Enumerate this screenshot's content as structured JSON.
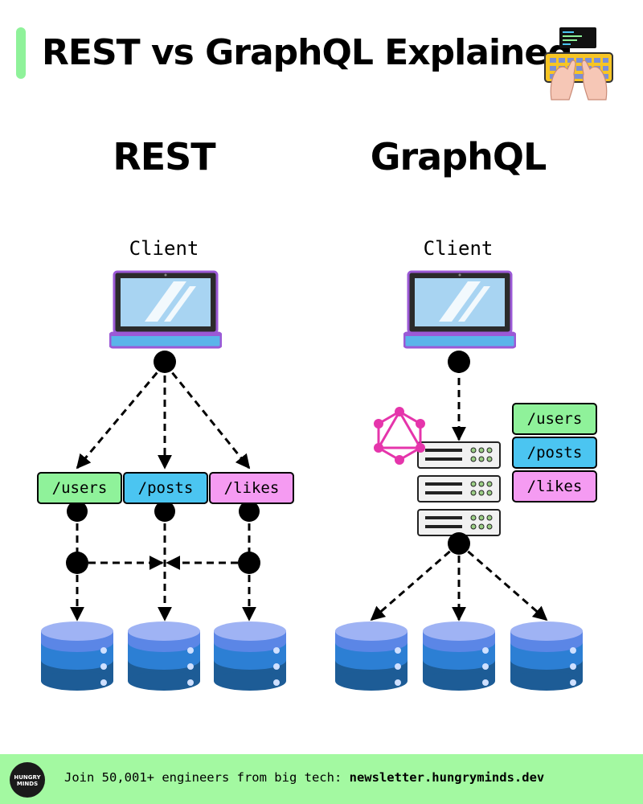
{
  "header": {
    "title": "REST vs GraphQL Explained"
  },
  "rest": {
    "title": "REST",
    "client_label": "Client",
    "endpoints": [
      "/users",
      "/posts",
      "/likes"
    ]
  },
  "graphql": {
    "title": "GraphQL",
    "client_label": "Client",
    "fields": [
      "/users",
      "/posts",
      "/likes"
    ]
  },
  "footer": {
    "logo_text": "HUNGRY MINDS",
    "text": "Join 50,001+ engineers from big tech:",
    "link": "newsletter.hungryminds.dev"
  },
  "colors": {
    "accent": "#8ff29a",
    "footer_bg": "#a3f9a1",
    "users": "#8ff29a",
    "posts": "#4bc5f1",
    "likes": "#f59bf2",
    "graphql_logo": "#e535ab",
    "db_top": "#8ea6f2",
    "db_mid": "#2c7fd4",
    "db_bottom": "#1d5c96"
  }
}
